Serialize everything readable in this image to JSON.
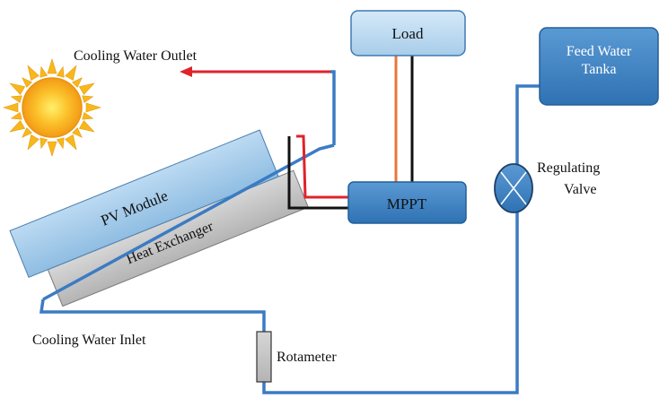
{
  "diagram": {
    "labels": {
      "cooling_water_outlet": "Cooling Water Outlet",
      "cooling_water_inlet": "Cooling Water Inlet",
      "pv_module": "PV Module",
      "heat_exchanger": "Heat Exchanger",
      "load": "Load",
      "mppt": "MPPT",
      "feed_water_line1": "Feed Water",
      "feed_water_line2": "Tanka",
      "regulating_line1": "Regulating",
      "regulating_line2": "Valve",
      "rotameter": "Rotameter"
    },
    "colors": {
      "pipe": "#3b7bc4",
      "red_wire": "#e0222b",
      "orange_wire": "#e8763a",
      "black_wire": "#111111",
      "pv_fill": "#a9cdea",
      "hx_fill": "#c8c8c8",
      "load_fill": "#bcd9f0",
      "box_fill": "#3f86c6",
      "sun_core": "#f7a21b",
      "sun_ray": "#f9c31b"
    },
    "icons": {
      "sun": "sun-icon",
      "valve": "valve-icon",
      "arrow": "arrow-left-icon"
    }
  }
}
